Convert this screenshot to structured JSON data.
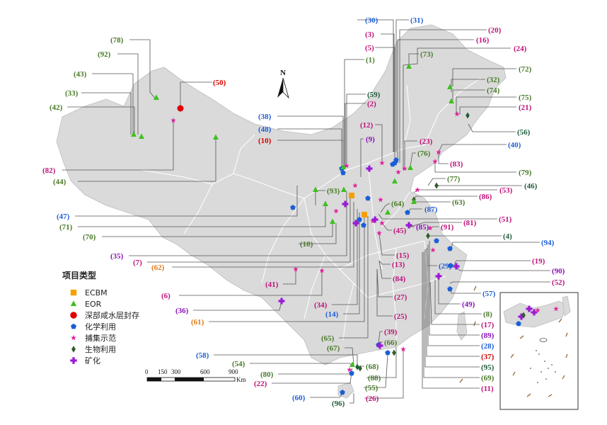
{
  "colors": {
    "blue": "#1f5fd6",
    "magenta": "#c0127a",
    "green": "#4a7a2a",
    "darkgreen": "#1f5c3a",
    "red": "#d40000",
    "orange": "#e07a1a",
    "purple": "#8a12b8",
    "land": "#dadada",
    "leader": "#555555"
  },
  "compass": {
    "label": "N"
  },
  "legend": {
    "title": "项目类型",
    "items": [
      {
        "label": "ECBM",
        "symbol": "square",
        "color": "#f5a000"
      },
      {
        "label": "EOR",
        "symbol": "triangle",
        "color": "#3fbf1f"
      },
      {
        "label": "深部咸水层封存",
        "symbol": "circle",
        "color": "#e00000"
      },
      {
        "label": "化学利用",
        "symbol": "pentagon",
        "color": "#1a5fd6"
      },
      {
        "label": "捕集示范",
        "symbol": "star",
        "color": "#e0209a"
      },
      {
        "label": "生物利用",
        "symbol": "diamond",
        "color": "#2f5c25"
      },
      {
        "label": "矿化",
        "symbol": "cross",
        "color": "#9a1ad6"
      }
    ]
  },
  "scale": {
    "ticks": [
      "0",
      "150",
      "300",
      "600",
      "900"
    ],
    "unit": "Km"
  },
  "labels": [
    {
      "text": "(30)",
      "c": "blue"
    },
    {
      "text": "(31)",
      "c": "blue"
    },
    {
      "text": "(20)",
      "c": "magenta"
    },
    {
      "text": "(3)",
      "c": "magenta"
    },
    {
      "text": "(16)",
      "c": "magenta"
    },
    {
      "text": "(5)",
      "c": "magenta"
    },
    {
      "text": "(24)",
      "c": "magenta"
    },
    {
      "text": "(78)",
      "c": "green"
    },
    {
      "text": "(73)",
      "c": "green"
    },
    {
      "text": "(92)",
      "c": "green"
    },
    {
      "text": "(1)",
      "c": "green"
    },
    {
      "text": "(72)",
      "c": "green"
    },
    {
      "text": "(43)",
      "c": "green"
    },
    {
      "text": "(50)",
      "c": "red"
    },
    {
      "text": "(32)",
      "c": "green"
    },
    {
      "text": "(33)",
      "c": "green"
    },
    {
      "text": "(74)",
      "c": "green"
    },
    {
      "text": "(59)",
      "c": "darkgreen"
    },
    {
      "text": "(75)",
      "c": "green"
    },
    {
      "text": "(42)",
      "c": "green"
    },
    {
      "text": "(2)",
      "c": "magenta"
    },
    {
      "text": "(21)",
      "c": "magenta"
    },
    {
      "text": "(38)",
      "c": "blue"
    },
    {
      "text": "(56)",
      "c": "darkgreen"
    },
    {
      "text": "(12)",
      "c": "magenta"
    },
    {
      "text": "(48)",
      "c": "blue"
    },
    {
      "text": "(10)",
      "c": "red"
    },
    {
      "text": "(40)",
      "c": "blue"
    },
    {
      "text": "(23)",
      "c": "magenta"
    },
    {
      "text": "(9)",
      "c": "purple"
    },
    {
      "text": "(76)",
      "c": "green"
    },
    {
      "text": "(83)",
      "c": "magenta"
    },
    {
      "text": "(82)",
      "c": "magenta"
    },
    {
      "text": "(79)",
      "c": "green"
    },
    {
      "text": "(44)",
      "c": "green"
    },
    {
      "text": "(77)",
      "c": "green"
    },
    {
      "text": "(46)",
      "c": "darkgreen"
    },
    {
      "text": "(53)",
      "c": "magenta"
    },
    {
      "text": "(93)",
      "c": "green"
    },
    {
      "text": "(86)",
      "c": "magenta"
    },
    {
      "text": "(63)",
      "c": "green"
    },
    {
      "text": "(64)",
      "c": "green"
    },
    {
      "text": "(87)",
      "c": "blue"
    },
    {
      "text": "(47)",
      "c": "blue"
    },
    {
      "text": "(51)",
      "c": "magenta"
    },
    {
      "text": "(71)",
      "c": "green"
    },
    {
      "text": "(81)",
      "c": "magenta"
    },
    {
      "text": "(91)",
      "c": "magenta"
    },
    {
      "text": "(45)",
      "c": "magenta"
    },
    {
      "text": "(85)",
      "c": "purple"
    },
    {
      "text": "(70)",
      "c": "green"
    },
    {
      "text": "(4)",
      "c": "darkgreen"
    },
    {
      "text": "(18)",
      "c": "green"
    },
    {
      "text": "(94)",
      "c": "blue"
    },
    {
      "text": "(35)",
      "c": "purple"
    },
    {
      "text": "(15)",
      "c": "magenta"
    },
    {
      "text": "(7)",
      "c": "magenta"
    },
    {
      "text": "(19)",
      "c": "magenta"
    },
    {
      "text": "(62)",
      "c": "orange"
    },
    {
      "text": "(13)",
      "c": "magenta"
    },
    {
      "text": "(29)",
      "c": "blue"
    },
    {
      "text": "(90)",
      "c": "purple"
    },
    {
      "text": "(84)",
      "c": "magenta"
    },
    {
      "text": "(41)",
      "c": "magenta"
    },
    {
      "text": "(52)",
      "c": "magenta"
    },
    {
      "text": "(6)",
      "c": "magenta"
    },
    {
      "text": "(27)",
      "c": "magenta"
    },
    {
      "text": "(57)",
      "c": "blue"
    },
    {
      "text": "(36)",
      "c": "purple"
    },
    {
      "text": "(34)",
      "c": "magenta"
    },
    {
      "text": "(49)",
      "c": "purple"
    },
    {
      "text": "(14)",
      "c": "blue"
    },
    {
      "text": "(25)",
      "c": "magenta"
    },
    {
      "text": "(8)",
      "c": "green"
    },
    {
      "text": "(61)",
      "c": "orange"
    },
    {
      "text": "(17)",
      "c": "magenta"
    },
    {
      "text": "(65)",
      "c": "green"
    },
    {
      "text": "(39)",
      "c": "magenta"
    },
    {
      "text": "(89)",
      "c": "purple"
    },
    {
      "text": "(66)",
      "c": "green"
    },
    {
      "text": "(28)",
      "c": "blue"
    },
    {
      "text": "(67)",
      "c": "green"
    },
    {
      "text": "(58)",
      "c": "blue"
    },
    {
      "text": "(37)",
      "c": "red"
    },
    {
      "text": "(54)",
      "c": "green"
    },
    {
      "text": "(68)",
      "c": "green"
    },
    {
      "text": "(95)",
      "c": "darkgreen"
    },
    {
      "text": "(80)",
      "c": "green"
    },
    {
      "text": "(88)",
      "c": "green"
    },
    {
      "text": "(69)",
      "c": "green"
    },
    {
      "text": "(22)",
      "c": "magenta"
    },
    {
      "text": "(55)",
      "c": "green"
    },
    {
      "text": "(11)",
      "c": "magenta"
    },
    {
      "text": "(60)",
      "c": "blue"
    },
    {
      "text": "(96)",
      "c": "darkgreen"
    },
    {
      "text": "(26)",
      "c": "magenta"
    }
  ]
}
